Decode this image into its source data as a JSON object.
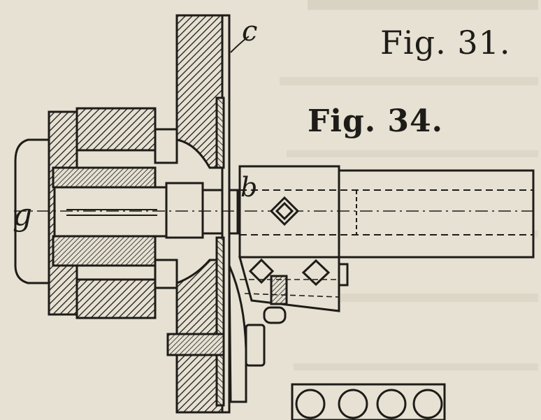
{
  "figure_labels": {
    "fig31": "Fig. 31.",
    "fig34": "Fig. 34."
  },
  "part_letters": {
    "c": "c",
    "b": "b",
    "g": "g"
  },
  "colors": {
    "paper": "#e6e1d3",
    "ink": "#1e1c18",
    "bleed_text": "#c9c3b3"
  }
}
